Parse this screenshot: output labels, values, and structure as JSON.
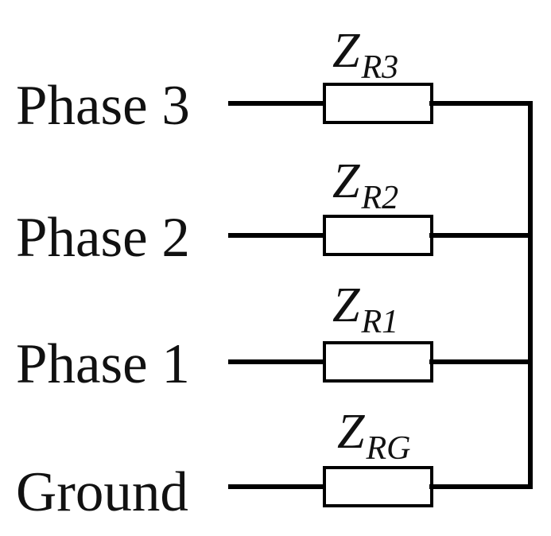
{
  "branches": [
    {
      "label": "Phase 3",
      "impedance_symbol": "Z",
      "impedance_subscript": "R3"
    },
    {
      "label": "Phase 2",
      "impedance_symbol": "Z",
      "impedance_subscript": "R2"
    },
    {
      "label": "Phase 1",
      "impedance_symbol": "Z",
      "impedance_subscript": "R1"
    },
    {
      "label": "Ground",
      "impedance_symbol": "Z",
      "impedance_subscript": "RG"
    }
  ]
}
